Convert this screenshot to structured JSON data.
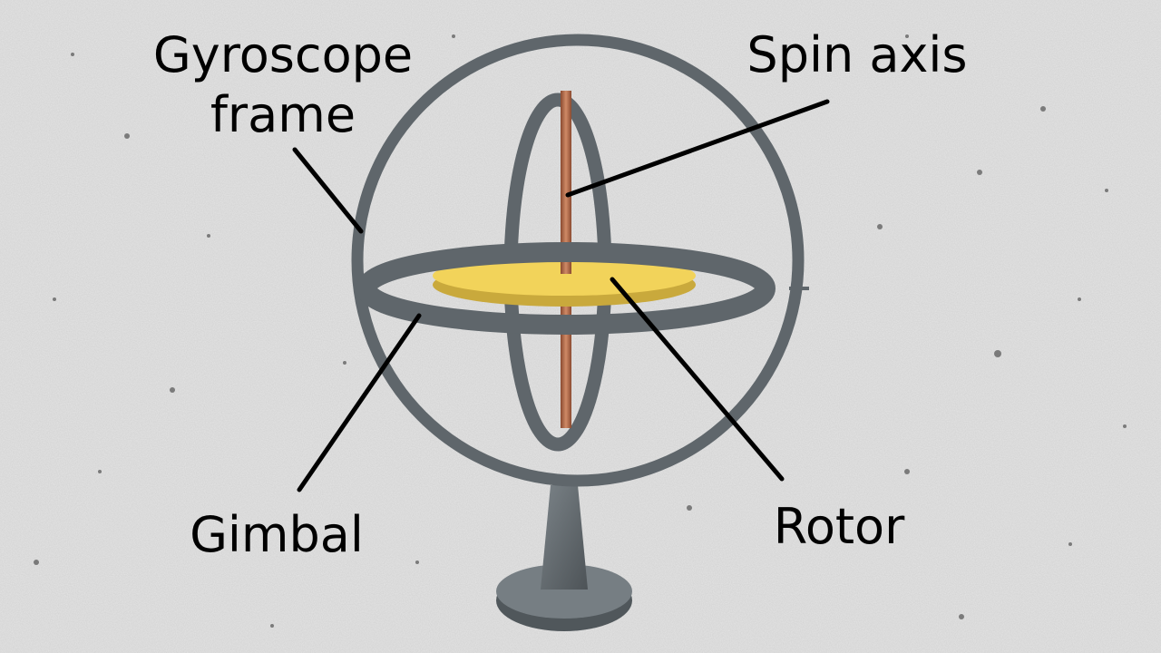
{
  "title": "Gyroscope diagram",
  "labels": {
    "frame_line1": "Gyroscope",
    "frame_line2": "frame",
    "spin_axis": "Spin axis",
    "gimbal": "Gimbal",
    "rotor": "Rotor"
  },
  "colors": {
    "background": "#d9d9d9",
    "metal": "#5f666b",
    "rotor_disk": "#f2d35a",
    "axle": "#b8704e",
    "leader": "#000000"
  }
}
